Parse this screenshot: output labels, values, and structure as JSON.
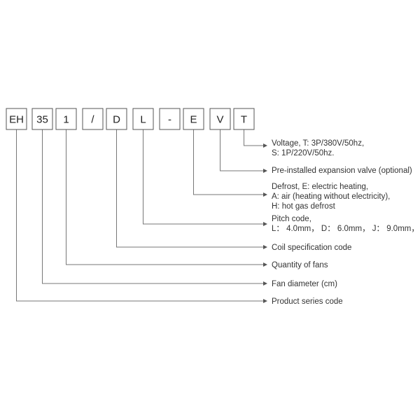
{
  "code_boxes": [
    {
      "id": "series",
      "text": "EH"
    },
    {
      "id": "fan-diameter",
      "text": "35"
    },
    {
      "id": "fan-quantity",
      "text": "1"
    },
    {
      "id": "slash",
      "text": "/"
    },
    {
      "id": "coil",
      "text": "D"
    },
    {
      "id": "pitch",
      "text": "L"
    },
    {
      "id": "dash",
      "text": "-"
    },
    {
      "id": "defrost",
      "text": "E"
    },
    {
      "id": "valve",
      "text": "V"
    },
    {
      "id": "voltage",
      "text": "T"
    }
  ],
  "labels": [
    {
      "id": "voltage",
      "lines": [
        "Voltage, T: 3P/380V/50hz,",
        "S: 1P/220V/50hz."
      ]
    },
    {
      "id": "valve",
      "lines": [
        "Pre-installed expansion valve (optional)"
      ]
    },
    {
      "id": "defrost",
      "lines": [
        "Defrost, E: electric heating,",
        "A: air (heating without electricity),",
        "H: hot gas defrost"
      ]
    },
    {
      "id": "pitch",
      "lines": [
        "Pitch code,",
        "L： 4.0mm， D： 6.0mm， J： 9.0mm，"
      ]
    },
    {
      "id": "coil",
      "lines": [
        "Coil specification code"
      ]
    },
    {
      "id": "fan-quantity",
      "lines": [
        "Quantity of fans"
      ]
    },
    {
      "id": "fan-diameter",
      "lines": [
        "Fan diameter (cm)"
      ]
    },
    {
      "id": "series",
      "lines": [
        "Product series code"
      ]
    }
  ]
}
